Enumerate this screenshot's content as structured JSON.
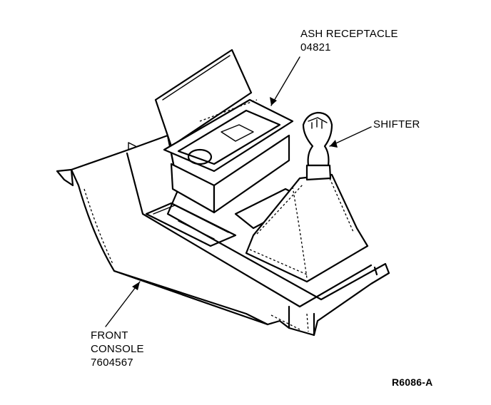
{
  "labels": {
    "ash_receptacle": {
      "name": "ASH RECEPTACLE",
      "part_number": "04821"
    },
    "shifter": {
      "name": "SHIFTER"
    },
    "front_console": {
      "line1": "FRONT",
      "line2": "CONSOLE",
      "part_number": "7604567"
    },
    "figure_reference": "R6086-A"
  },
  "colors": {
    "ink": "#000000",
    "background": "#ffffff"
  }
}
